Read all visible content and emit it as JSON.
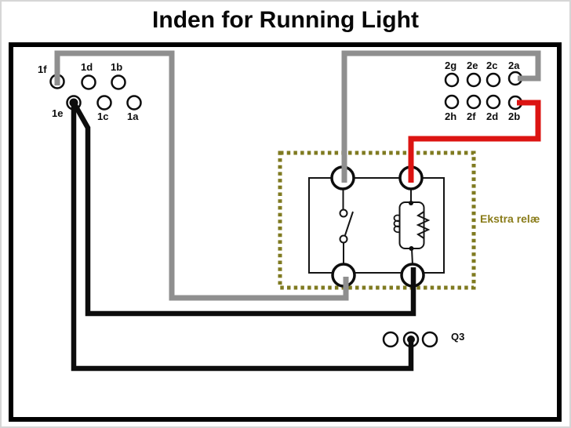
{
  "title": "Inden for Running Light",
  "colors": {
    "wire_black": "#0d0d0d",
    "wire_gray": "#8f8f8f",
    "wire_red": "#dc1412",
    "relay_border_olive": "#7f7a20",
    "relay_label_olive": "#8a7c1a",
    "frame_black": "#000000",
    "pin_stroke": "#0d0d0d"
  },
  "connectors": {
    "left": {
      "rows": [
        [
          "1f",
          "1d",
          "1b"
        ],
        [
          "1e",
          "1c",
          "1a"
        ]
      ]
    },
    "right": {
      "rows": [
        [
          "2g",
          "2e",
          "2c",
          "2a"
        ],
        [
          "2h",
          "2f",
          "2d",
          "2b"
        ]
      ]
    },
    "q3": {
      "label": "Q3",
      "pin_count": 3
    }
  },
  "relay": {
    "label": "Ekstra relæ",
    "terminal_count": 4,
    "internal_elements": [
      "switch-contact",
      "coil-with-parallel-resistor"
    ]
  },
  "wires": [
    {
      "color": "gray",
      "from": "1f",
      "to": "relay lower-left terminal"
    },
    {
      "color": "gray",
      "from": "relay upper-left terminal",
      "to": "2a"
    },
    {
      "color": "red",
      "from": "2b",
      "to": "relay upper-right terminal"
    },
    {
      "color": "black",
      "from": "relay lower-right terminal",
      "to": "1e"
    },
    {
      "color": "black",
      "from": "Q3 middle pin",
      "to": "1e"
    }
  ]
}
